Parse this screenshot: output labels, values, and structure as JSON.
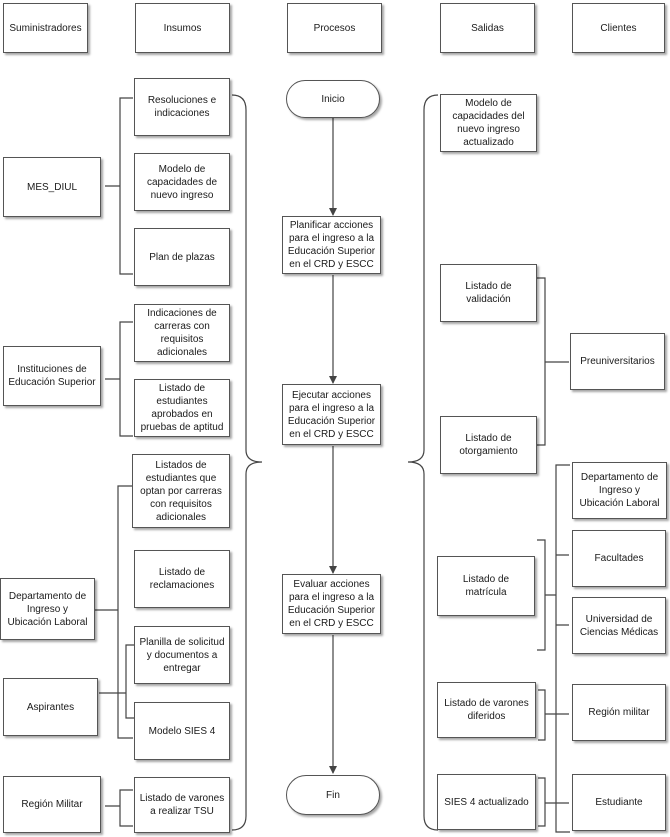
{
  "headers": {
    "suministradores": "Suministradores",
    "insumos": "Insumos",
    "procesos": "Procesos",
    "salidas": "Salidas",
    "clientes": "Clientes"
  },
  "suppliers": {
    "mes_diul": "MES_DIUL",
    "ies": "Instituciones de Educación Superior",
    "dpto": "Departamento de Ingreso y Ubicación Laboral",
    "aspirantes": "Aspirantes",
    "region": "Región Militar"
  },
  "inputs": {
    "resoluciones": "Resoluciones e indicaciones",
    "modelo": "Modelo de capacidades de nuevo ingreso",
    "plan": "Plan de plazas",
    "indicaciones": "Indicaciones de carreras con requisitos adicionales",
    "aprobados": "Listado de estudiantes aprobados en pruebas de aptitud",
    "optan": "Listados de estudiantes que optan por carreras con requisitos adicionales",
    "reclamaciones": "Listado de reclamaciones",
    "planilla": "Planilla de solicitud y documentos a entregar",
    "sies4": "Modelo SIES 4",
    "varones_tsu": "Listado de varones a realizar TSU"
  },
  "process": {
    "inicio": "Inicio",
    "planificar": "Planificar acciones para el ingreso a la Educación Superior en el CRD y ESCC",
    "ejecutar": "Ejecutar acciones para el ingreso a la Educación Superior en el CRD y ESCC",
    "evaluar": "Evaluar acciones para el ingreso a la Educación Superior en el CRD y ESCC",
    "fin": "Fin"
  },
  "outputs": {
    "modelo_act": "Modelo de capacidades del nuevo ingreso actualizado",
    "validacion": "Listado de validación",
    "otorgamiento": "Listado de otorgamiento",
    "matricula": "Listado de matrícula",
    "diferidos": "Listado de varones diferidos",
    "sies4_act": "SIES 4 actualizado"
  },
  "clients": {
    "preuniversitarios": "Preuniversitarios",
    "dpto": "Departamento de Ingreso y Ubicación Laboral",
    "facultades": "Facultades",
    "ucm": "Universidad de Ciencias Médicas",
    "region": "Región militar",
    "estudiante": "Estudiante"
  },
  "colors": {
    "border": "#555555",
    "line": "#444444",
    "background": "#ffffff"
  }
}
